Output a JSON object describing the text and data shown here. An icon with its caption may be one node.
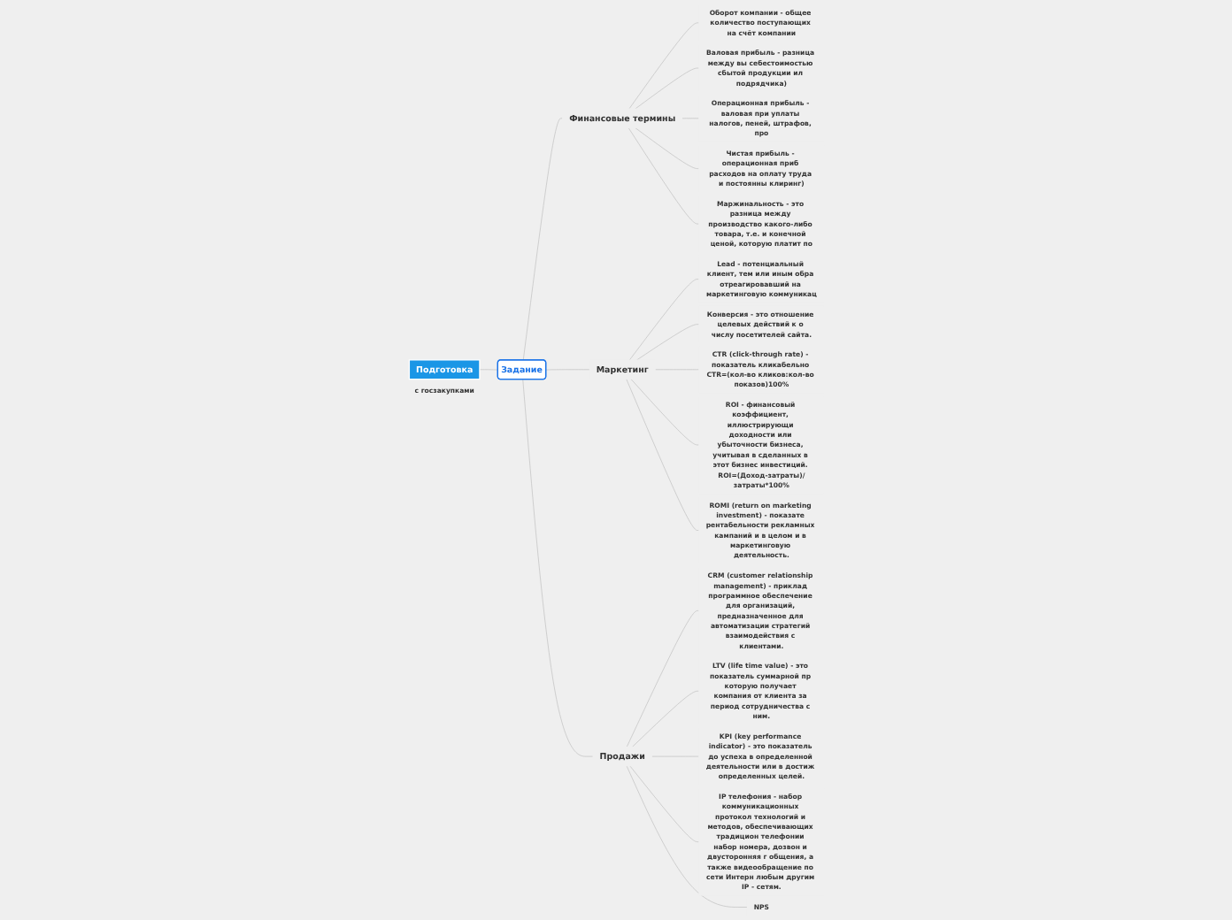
{
  "diagram": {
    "nodes": [
      {
        "text": [
          "Подготовка"
        ]
      },
      {
        "text": [
          "Задание"
        ]
      },
      {
        "text": [
          "с госзакупками"
        ]
      },
      {
        "text": [
          "Финансовые термины"
        ]
      },
      {
        "text": [
          "Оборот компании - общее количество поступающих на счёт компании"
        ]
      },
      {
        "text": [
          "Валовая прибыль - разница между вы себестоимостью сбытой продукции ил подрядчика)"
        ]
      },
      {
        "text": [
          "Операционная прибыль - валовая при уплаты налогов, пеней, штрафов, про"
        ]
      },
      {
        "text": [
          "Чистая прибыль - операционная приб расходов на оплату труда и постоянны клиринг)"
        ]
      },
      {
        "text": [
          "Маржинальность - это разница между производство какого-либо товара, т.е. и конечной ценой, которую платит по"
        ]
      },
      {
        "text": [
          "Маркетинг"
        ]
      },
      {
        "text": [
          "Lead - потенциальный клиент, тем или иным обра отреагировавший на маркетинговую коммуникац"
        ]
      },
      {
        "text": [
          "Конверсия - это отношение целевых действий к о числу посетителей сайта."
        ]
      },
      {
        "text": [
          "CTR (click-through rate) - показатель кликабельно CTR=(кол-во кликов:кол-во показов)100%"
        ]
      },
      {
        "text": [
          "ROI - финансовый коэффициент, иллюстрирующи доходности или убыточности бизнеса, учитывая в сделанных в этот бизнес инвестиций. ROI=(Доход-затраты)/затраты*100%"
        ]
      },
      {
        "text": [
          "ROMI (return on marketing investment) - показате рентабельности рекламных кампаний и в целом и в маркетинговую деятельность."
        ]
      },
      {
        "text": [
          "Продажи"
        ]
      },
      {
        "text": [
          "CRM (customer relationship management) - приклад программное обеспечение для организаций, предназначенное для автоматизации стратегий взаимодействия с клиентами."
        ]
      },
      {
        "text": [
          "LTV (life time value) - это показатель суммарной пр которую получает компания от клиента за период сотрудничества с ним."
        ]
      },
      {
        "text": [
          "KPI (key performance indicator) - это показатель до успеха в определенной деятельности или в достиж определенных целей."
        ]
      },
      {
        "text": [
          "IP телефония - набор коммуникационных протокол технологий и методов, обеспечивающих традицион телефонии набор номера, дозвон и двусторонняя г общения, а также видеообращение по сети Интерн любым другим IP - сетям."
        ]
      },
      {
        "text": [
          "NPS"
        ]
      }
    ],
    "edges": [
      {
        "from": 0,
        "to": 1,
        "arrow": "none"
      },
      {
        "from": 1,
        "to": 3,
        "arrow": "none"
      },
      {
        "from": 3,
        "to": 4,
        "arrow": "none"
      },
      {
        "from": 3,
        "to": 5,
        "arrow": "none"
      },
      {
        "from": 3,
        "to": 6,
        "arrow": "none"
      },
      {
        "from": 3,
        "to": 7,
        "arrow": "none"
      },
      {
        "from": 3,
        "to": 8,
        "arrow": "none"
      },
      {
        "from": 1,
        "to": 9,
        "arrow": "none"
      },
      {
        "from": 9,
        "to": 10,
        "arrow": "none"
      },
      {
        "from": 9,
        "to": 11,
        "arrow": "none"
      },
      {
        "from": 9,
        "to": 12,
        "arrow": "none"
      },
      {
        "from": 9,
        "to": 13,
        "arrow": "none"
      },
      {
        "from": 9,
        "to": 14,
        "arrow": "none"
      },
      {
        "from": 1,
        "to": 15,
        "arrow": "none"
      },
      {
        "from": 15,
        "to": 16,
        "arrow": "none"
      },
      {
        "from": 15,
        "to": 17,
        "arrow": "none"
      },
      {
        "from": 15,
        "to": 18,
        "arrow": "none"
      },
      {
        "from": 15,
        "to": 19,
        "arrow": "none"
      },
      {
        "from": 15,
        "to": 20,
        "arrow": "none"
      }
    ]
  }
}
